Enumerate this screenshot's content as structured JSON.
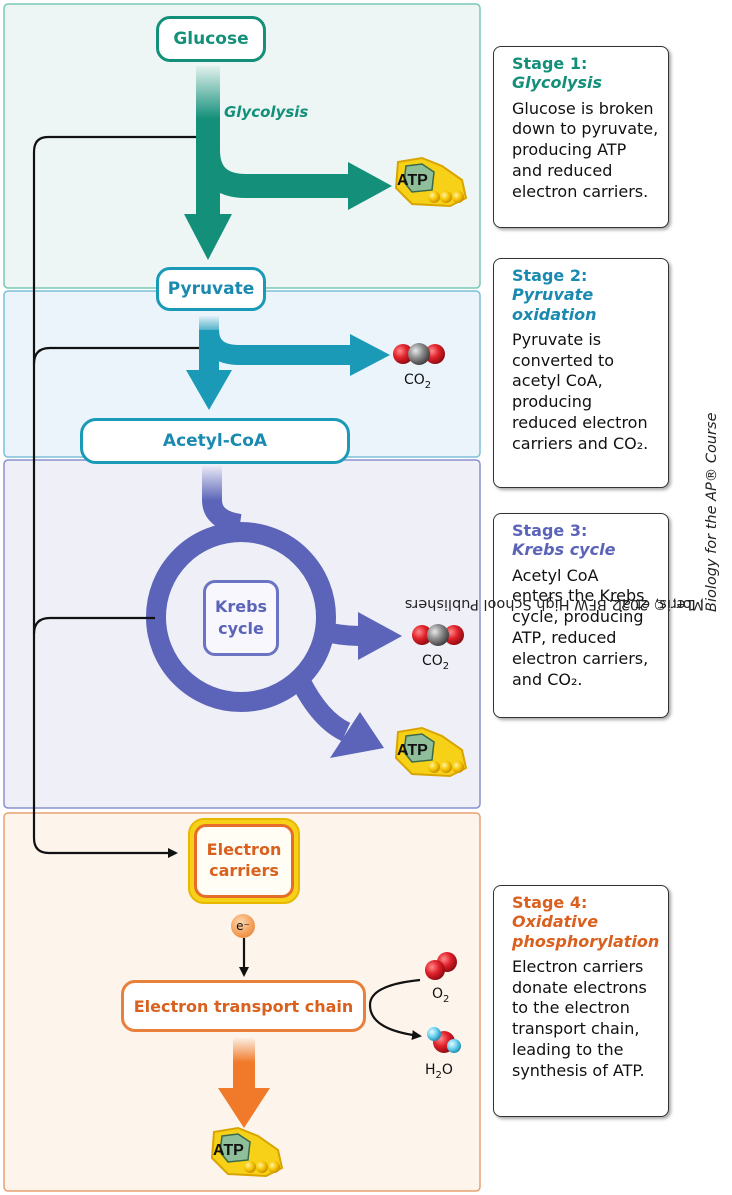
{
  "nodes": {
    "glucose": "Glucose",
    "glycolysis_label": "Glycolysis",
    "pyruvate": "Pyruvate",
    "acetyl_coa": "Acetyl-CoA",
    "krebs": "Krebs\ncycle",
    "electron_carriers": "Electron\ncarriers",
    "electron": "e⁻",
    "etc": "Electron transport chain"
  },
  "molecules": {
    "atp": "ATP",
    "co2": {
      "main": "CO",
      "sub": "2"
    },
    "o2": {
      "main": "O",
      "sub": "2"
    },
    "h2o": {
      "pre": "H",
      "sub": "2",
      "post": "O"
    }
  },
  "stages": [
    {
      "title": "Stage 1:",
      "name": "Glycolysis",
      "desc": "Glucose is broken\ndown to pyruvate,\nproducing ATP\nand reduced\nelectron carriers.",
      "color": "#14907a"
    },
    {
      "title": "Stage 2:",
      "name": "Pyruvate\noxidation",
      "desc": "Pyruvate is\nconverted to\nacetyl CoA,\nproducing\nreduced electron\ncarriers and CO₂.",
      "color": "#1b8ab0"
    },
    {
      "title": "Stage 3:",
      "name": "Krebs cycle",
      "desc": "Acetyl CoA\nenters the Krebs\ncycle, producing\nATP, reduced\nelectron carriers,\nand CO₂.",
      "color": "#5b64b8"
    },
    {
      "title": "Stage 4:",
      "name": "Oxidative\nphosphorylation",
      "desc": "Electron carriers\ndonate electrons\nto the electron\ntransport chain,\nleading to the\nsynthesis of ATP.",
      "color": "#d9601e"
    }
  ],
  "credit": {
    "pre": "Morris, et al., ",
    "book": "Biology for the AP® Course",
    "post": ", 1e, © 2022 BFW High School Publishers"
  },
  "colors": {
    "glycolysis": "#14907a",
    "pyruvate_oxidation": "#1b9ab8",
    "krebs": "#5b64b8",
    "oxidative": "#e8803c",
    "atp_badge": "#f7d117"
  }
}
